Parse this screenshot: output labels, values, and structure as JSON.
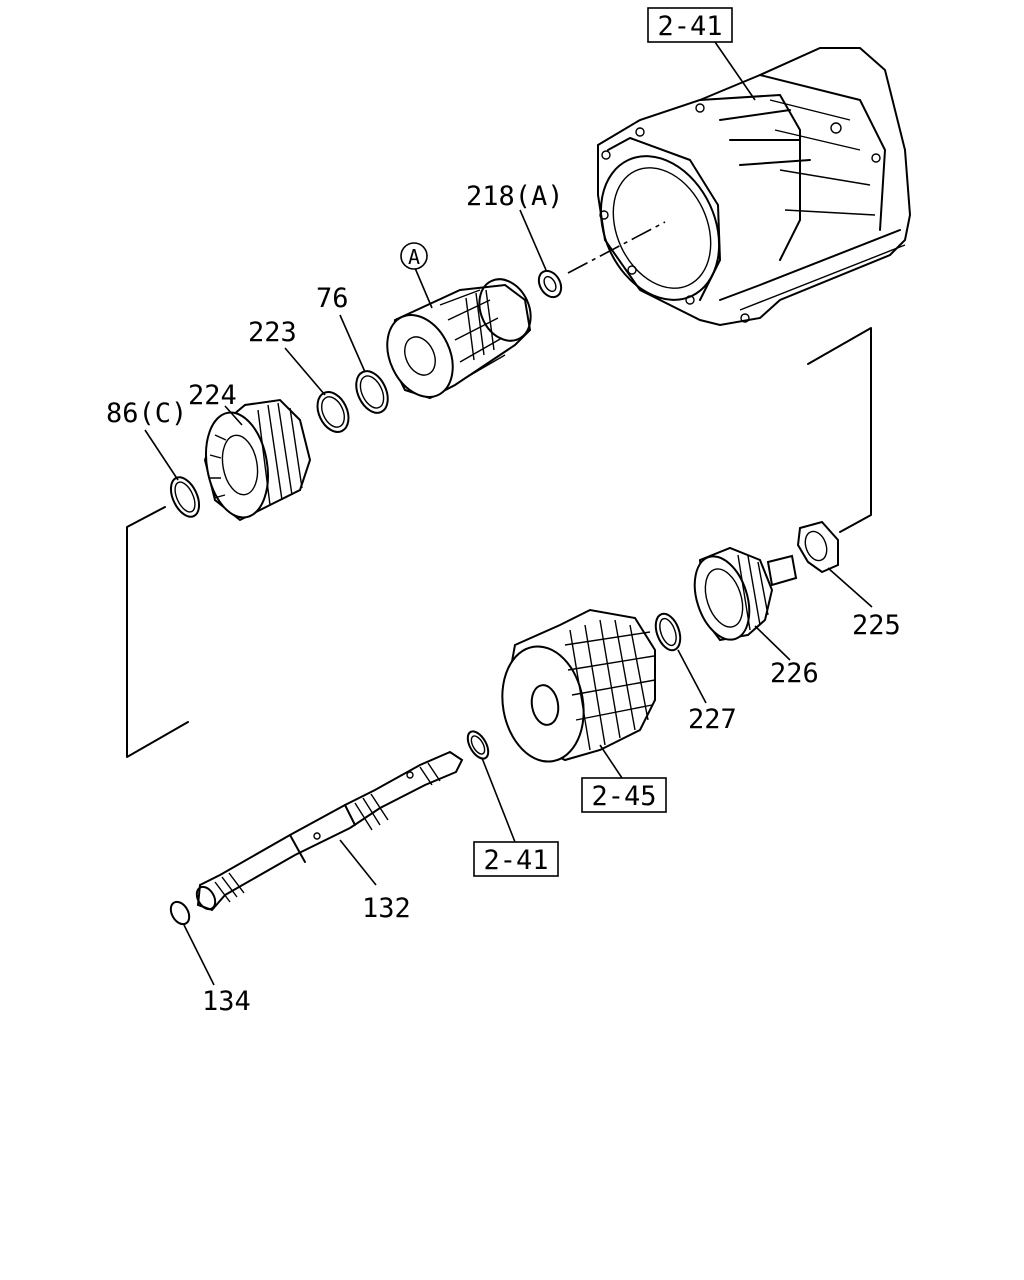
{
  "labels": {
    "ref_top": "2-41",
    "ref_mid": "2-45",
    "ref_bottom": "2-41",
    "p218a": "218(A)",
    "circle_a": "A",
    "p76": "76",
    "p223": "223",
    "p224": "224",
    "p86c": "86(C)",
    "p225": "225",
    "p226": "226",
    "p227": "227",
    "p132": "132",
    "p134": "134"
  }
}
